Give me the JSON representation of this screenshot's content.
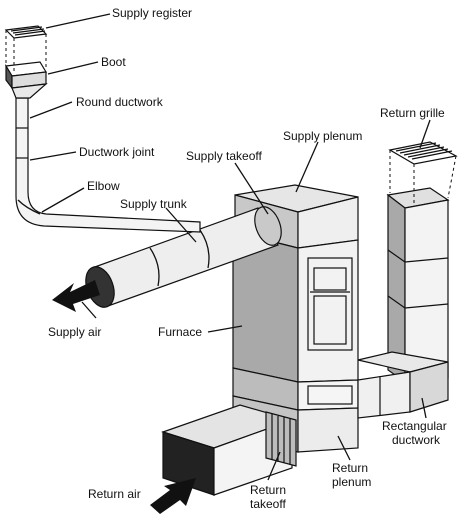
{
  "diagram": {
    "labels": {
      "supply_register": "Supply register",
      "boot": "Boot",
      "round_ductwork": "Round ductwork",
      "ductwork_joint": "Ductwork joint",
      "elbow": "Elbow",
      "supply_takeoff": "Supply takeoff",
      "supply_plenum": "Supply plenum",
      "supply_trunk": "Supply trunk",
      "return_grille": "Return grille",
      "supply_air": "Supply air",
      "furnace": "Furnace",
      "rectangular_ductwork_1": "Rectangular",
      "rectangular_ductwork_2": "ductwork",
      "return_plenum_1": "Return",
      "return_plenum_2": "plenum",
      "return_takeoff_1": "Return",
      "return_takeoff_2": "takeoff",
      "return_air": "Return air"
    },
    "colors": {
      "gray_fill": "#a9a9a9",
      "light_fill": "#e6e6e6",
      "dark_fill": "#222222",
      "line": "#111111"
    }
  }
}
